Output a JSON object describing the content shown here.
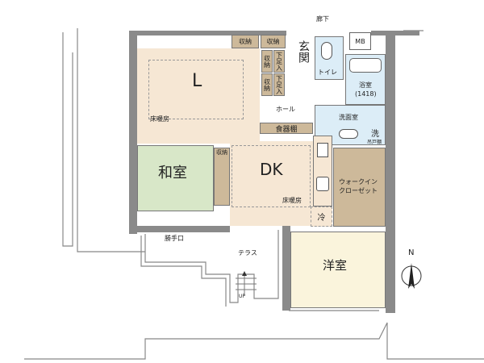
{
  "rooms": {
    "living": "L",
    "living_heating": "床暖房",
    "japanese": "和室",
    "dk": "DK",
    "dk_heating": "床暖房",
    "entrance": "玄関",
    "hall": "ホール",
    "toilet": "トイレ",
    "bath": "浴室",
    "bath_size": "(1418)",
    "washroom": "洗面室",
    "wic": "ウォークインクローゼット",
    "western": "洋室",
    "corridor": "廊下",
    "mb": "MB",
    "terrace": "テラス",
    "back_door": "勝手口",
    "up": "UP",
    "fridge": "冷",
    "dish_cabinet": "食器棚",
    "washer": "洗",
    "shoe_cabinet": "下足入",
    "storage": "収納",
    "hanging_cabinet": "吊戸棚"
  },
  "compass": "N",
  "colors": {
    "living": "#f6e7d4",
    "japanese": "#d8e7c8",
    "wet": "#dcedf7",
    "wic": "#cdb99a",
    "western": "#faf4dc",
    "wall": "#8a8a8a"
  }
}
